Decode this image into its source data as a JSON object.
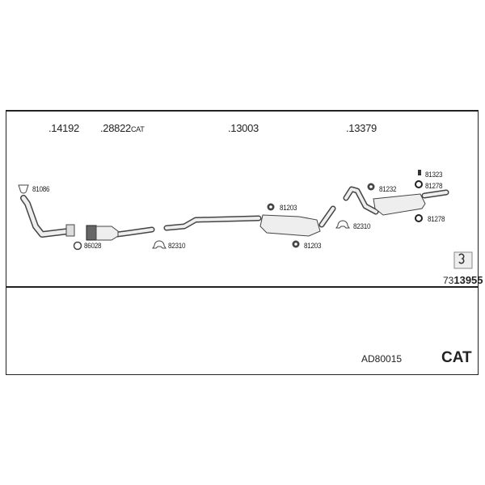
{
  "parts": [
    {
      "number": ".14192"
    },
    {
      "number": ".28822",
      "suffix": "CAT"
    },
    {
      "number": ".13003"
    },
    {
      "number": ".13379"
    }
  ],
  "fittings": [
    "81086",
    "86028",
    "82310",
    "81203",
    "81203",
    "82310",
    "81232",
    "81323",
    "81278",
    "81278"
  ],
  "kit": {
    "prefix": "73",
    "number": "13955"
  },
  "footer": {
    "code": "AD80015",
    "type": "CAT"
  }
}
